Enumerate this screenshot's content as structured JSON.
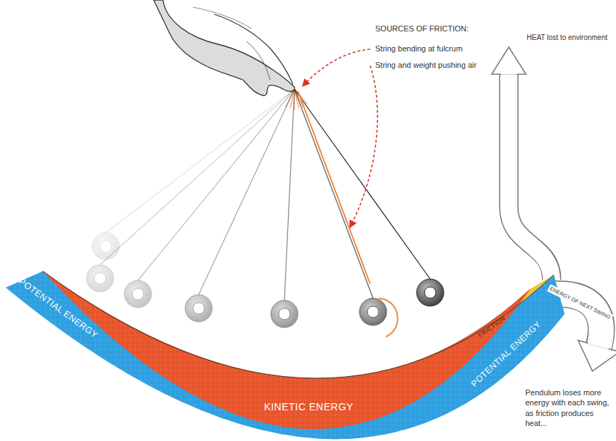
{
  "diagram": {
    "nodes": [
      {
        "text": [
          "HEAT lost to environment"
        ]
      },
      {
        "text": [
          "POTENTIAL ENERGY"
        ]
      },
      {
        "text": [
          "KINETIC ENERGY"
        ]
      },
      {
        "text": [
          "FRICTION"
        ]
      },
      {
        "text": [
          "POTENTIAL ENERGY"
        ]
      },
      {
        "text": [
          "ENERGY OF NEXT SWING"
        ]
      }
    ],
    "labels": [
      "SOURCES OF FRICTION:",
      "String bending at fulcrum",
      "String and weight pushing air",
      "Pendulum loses more energy with each swing, as friction produces heat..."
    ]
  }
}
